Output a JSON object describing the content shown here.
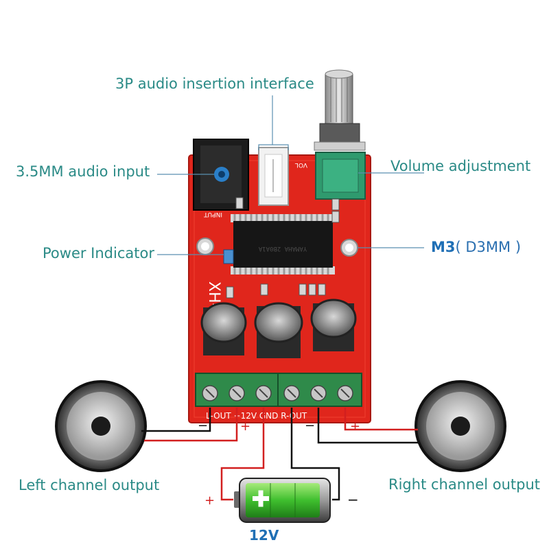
{
  "labels": {
    "audio_insertion": "3P audio insertion interface",
    "audio_input": "3.5MM audio input",
    "volume": "Volume adjustment",
    "power_indicator": "Power Indicator",
    "m3_bold": "M3",
    "m3_rest": "( D3MM )",
    "left_output": "Left channel output",
    "right_output": "Right channel output",
    "voltage": "12V"
  },
  "board": {
    "model": "XH-M",
    "vol_mark": "VOL",
    "input_mark": "INPUT",
    "terminal_text": "L-OUT +12V GND R-OUT",
    "chip_text": "YAMAHA 2B0A1A"
  },
  "polarity": {
    "plus": "+",
    "minus": "−"
  },
  "colors": {
    "label": "#2a8a86",
    "board": "#e0261c",
    "wire_red": "#d21f1f",
    "wire_black": "#111111",
    "terminal": "#2f8a4a",
    "battery_green": "#35b52e"
  }
}
